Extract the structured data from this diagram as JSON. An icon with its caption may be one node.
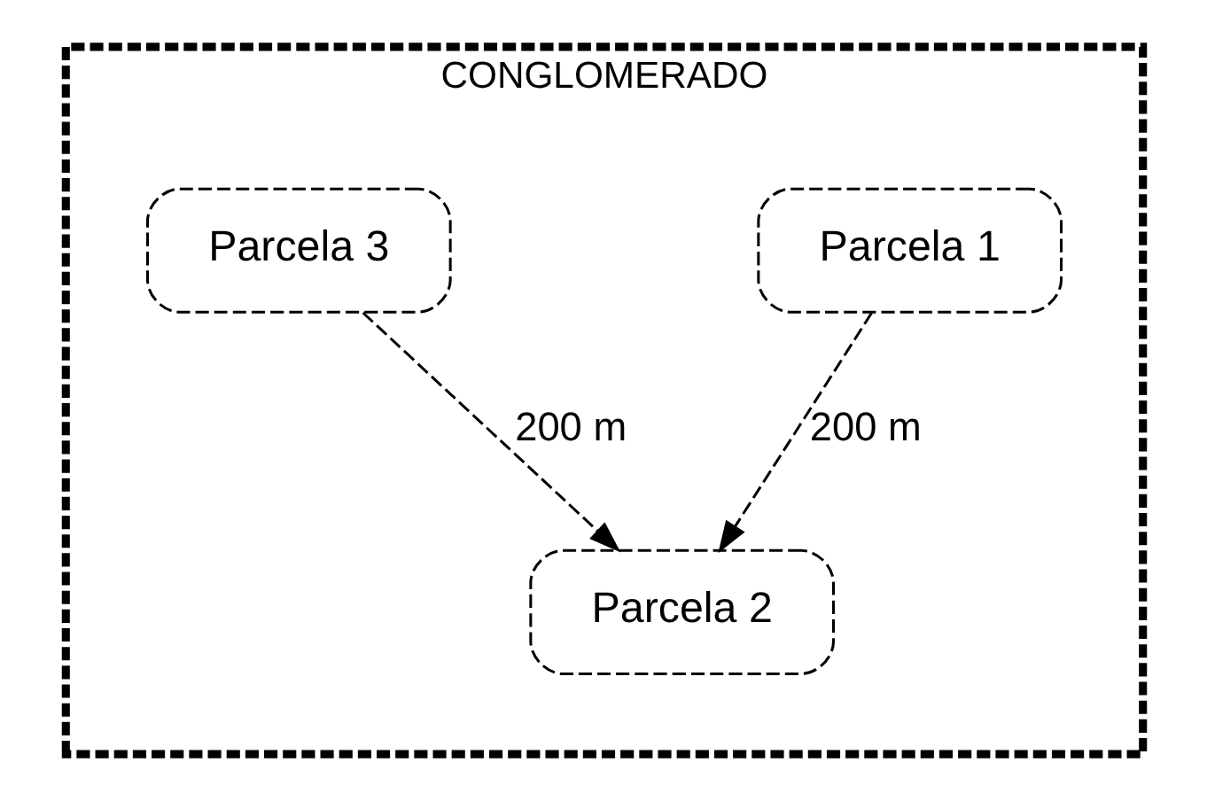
{
  "diagram": {
    "nodes": [
      {
        "text": [
          "CONGLOMERADO"
        ]
      },
      {
        "text": [
          "Parcela 1"
        ],
        "in": 0
      },
      {
        "text": [
          "Parcela 3"
        ],
        "in": 0
      },
      {
        "text": [
          "Parcela 2"
        ],
        "in": 0
      }
    ],
    "edges": [
      {
        "from": 1,
        "to": 3,
        "arrow": "to",
        "label": "200 m",
        "style": "dashed"
      },
      {
        "from": 2,
        "to": 3,
        "arrow": "to",
        "label": "200 m",
        "style": "dashed"
      }
    ]
  }
}
